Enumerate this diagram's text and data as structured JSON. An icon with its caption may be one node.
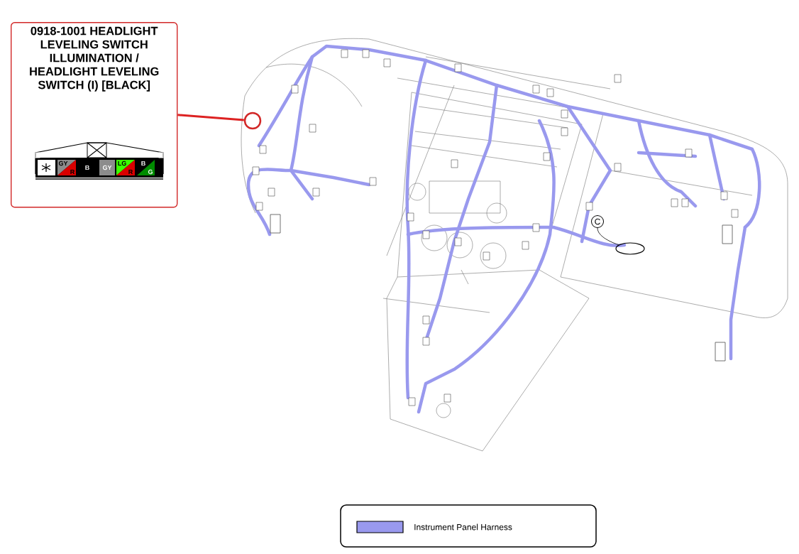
{
  "diagram": {
    "nodes": [
      {
        "text": [
          "0918-1001 HEADLIGHT LEVELING SWITCH ILLUMINATION / HEADLIGHT LEVELING SWITCH (I) [BLACK]"
        ]
      },
      {
        "text": [],
        "shape": "circle"
      },
      {
        "text": [
          "C"
        ]
      },
      {
        "text": [],
        "shape": "circle"
      }
    ],
    "edges": [
      {
        "from": 0,
        "to": 1,
        "arrow": "none",
        "style": "thick",
        "color": "#dd2222"
      },
      {
        "from": 2,
        "to": 3,
        "arrow": "none",
        "color": "#000000"
      }
    ],
    "labels": [
      "GY",
      "R",
      "B",
      "GY",
      "LG",
      "R",
      "B",
      "G"
    ],
    "legend": [
      {
        "text": "Instrument Panel Harness",
        "color": "#9999ee"
      }
    ]
  }
}
